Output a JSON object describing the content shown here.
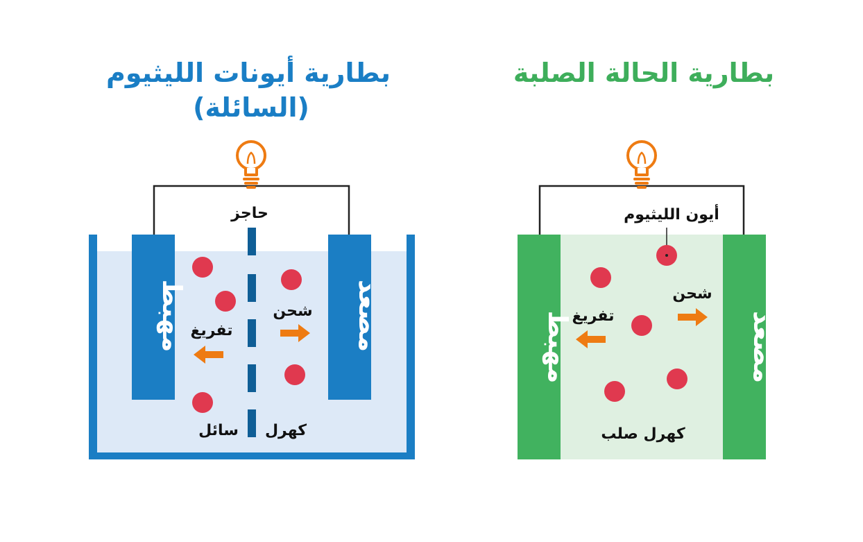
{
  "colors": {
    "liquid_title": "#1a7ec5",
    "solid_title": "#3eae5b",
    "liquid_container": "#1b7ec4",
    "liquid_fill": "#dde9f7",
    "liquid_electrode": "#1b7ec4",
    "separator": "#0f5e96",
    "solid_electrode": "#41b25f",
    "solid_fill": "#dff0e1",
    "ion": "#e0394f",
    "arrow": "#ee7b12",
    "bulb": "#ee7b12",
    "wire": "#222222"
  },
  "liquid_battery": {
    "title_line1": "بطارية أيونات الليثيوم",
    "title_line2": "(السائلة)",
    "separator_label": "حاجز",
    "cathode_label": "مهبط",
    "anode_label": "مصعد",
    "charge_label": "شحن",
    "discharge_label": "تفريغ",
    "liquid_label": "سائل",
    "electrolyte_label": "كهرل",
    "bulb_icon": "lightbulb-icon"
  },
  "solid_battery": {
    "title": "بطارية الحالة الصلبة",
    "ion_label": "أيون الليثيوم",
    "cathode_label": "مهبط",
    "anode_label": "مصعد",
    "charge_label": "شحن",
    "discharge_label": "تفريغ",
    "electrolyte_label": "كهرل صلب",
    "bulb_icon": "lightbulb-icon"
  }
}
